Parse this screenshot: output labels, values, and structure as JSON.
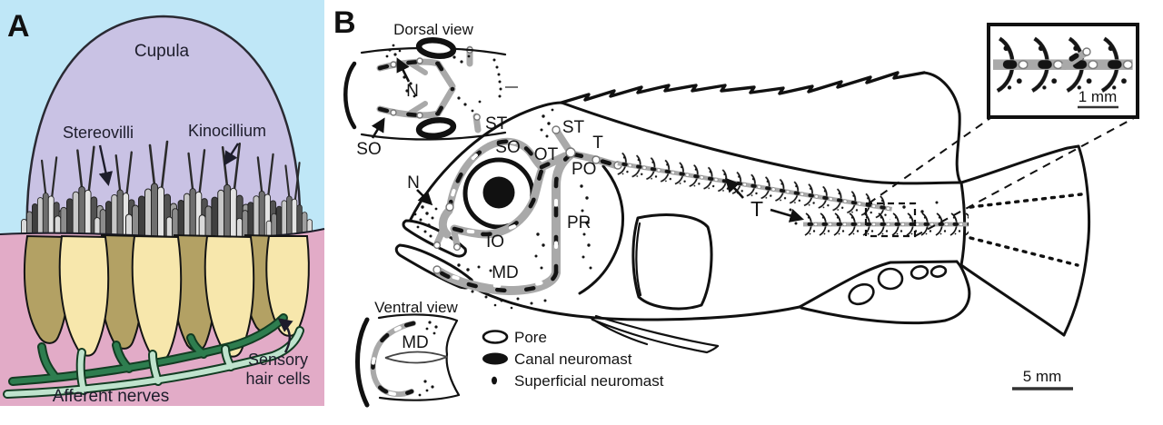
{
  "panelA": {
    "label": "A",
    "cupula": "Cupula",
    "stereovilli": "Stereovilli",
    "kinocillium": "Kinocillium",
    "sensory_line1": "Sensory",
    "sensory_line2": "hair cells",
    "afferent_nerves": "Afferent nerves",
    "colors": {
      "water": "#bfe7f7",
      "cupula": "#c9c2e4",
      "epithelium": "#e2abc7",
      "hair_cell_back": "#b3a164",
      "hair_cell_front": "#f7e7ac",
      "nerve_dark": "#2e7d4f",
      "nerve_light": "#bfe3cd"
    }
  },
  "panelB": {
    "label": "B",
    "dorsal": {
      "title": "Dorsal view",
      "n": "N",
      "so": "SO",
      "st": "ST"
    },
    "head": {
      "so": "SO",
      "ot": "OT",
      "st": "ST",
      "t": "T",
      "po": "PO",
      "n": "N",
      "io": "IO",
      "pr": "PR",
      "md": "MD"
    },
    "trunk": {
      "t": "T"
    },
    "ventral": {
      "title": "Ventral view",
      "md": "MD"
    },
    "legend": {
      "items": [
        {
          "icon": "pore",
          "label": "Pore"
        },
        {
          "icon": "canal-neuromast",
          "label": "Canal neuromast"
        },
        {
          "icon": "superficial-neuromast",
          "label": "Superficial neuromast"
        }
      ]
    },
    "inset": {
      "scale": "1 mm"
    },
    "scalebar": {
      "label": "5 mm"
    },
    "colors": {
      "canal_gray": "#a9a9a9",
      "ink": "#111111"
    }
  }
}
